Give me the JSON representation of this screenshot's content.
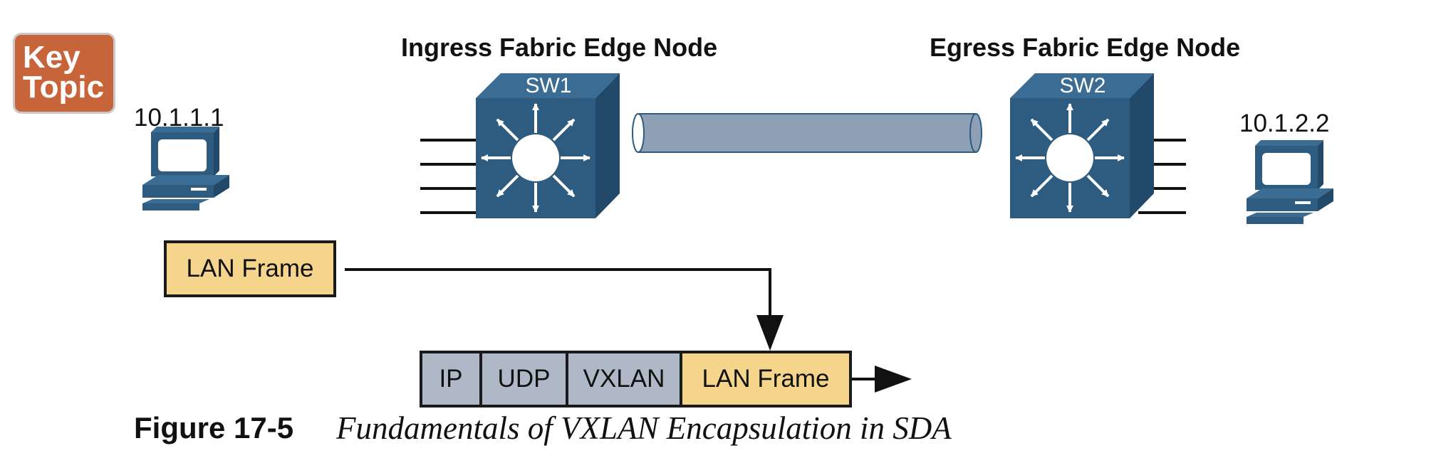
{
  "badge": {
    "line1": "Key",
    "line2": "Topic"
  },
  "nodes": {
    "ingress_title": "Ingress Fabric Edge Node",
    "egress_title": "Egress Fabric Edge Node",
    "sw1": "SW1",
    "sw2": "SW2"
  },
  "hosts": {
    "left_ip": "10.1.1.1",
    "right_ip": "10.1.2.2"
  },
  "frames": {
    "original": "LAN Frame",
    "encapsulated": [
      "IP",
      "UDP",
      "VXLAN",
      "LAN Frame"
    ]
  },
  "caption": {
    "number": "Figure 17-5",
    "text": "Fundamentals of VXLAN Encapsulation in SDA"
  },
  "colors": {
    "switch": "#2e5b80",
    "switch_top": "#3b6c93",
    "switch_side": "#23496a",
    "tunnel": "#8ea0b6",
    "frame_fill": "#f5d58c",
    "header_fill": "#aeb8c6",
    "badge": "#c8643a"
  },
  "icons": [
    "key-topic-badge",
    "pc-icon",
    "layer3-switch-icon",
    "tunnel-pipe"
  ]
}
